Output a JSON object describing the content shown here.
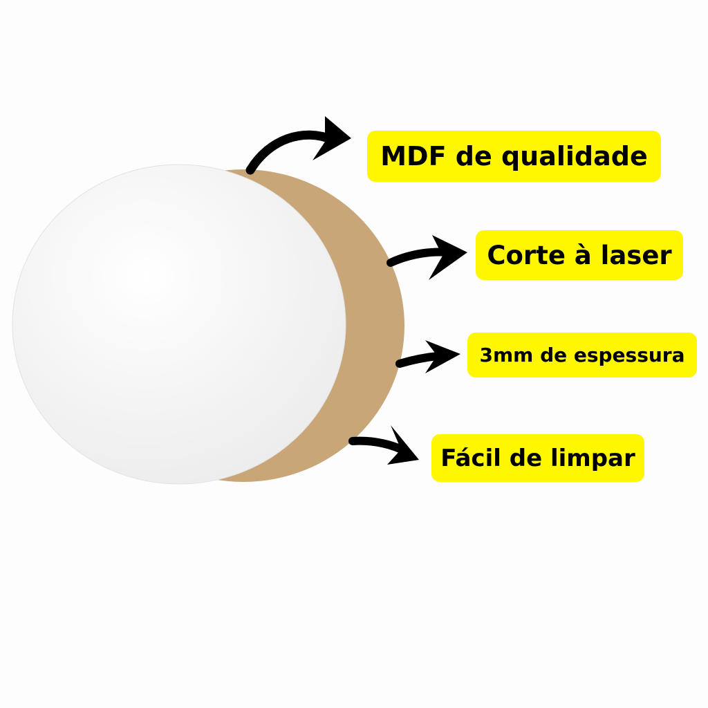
{
  "features": [
    {
      "label": "MDF de qualidade"
    },
    {
      "label": "Corte à laser"
    },
    {
      "label": "3mm de espessura"
    },
    {
      "label": "Fácil de limpar"
    }
  ],
  "colors": {
    "highlight": "#fff700",
    "mdf": "#c8a677",
    "white_board": "#f7f7f7",
    "arrow": "#000000"
  },
  "icons": [
    "curved-arrow-icon"
  ]
}
